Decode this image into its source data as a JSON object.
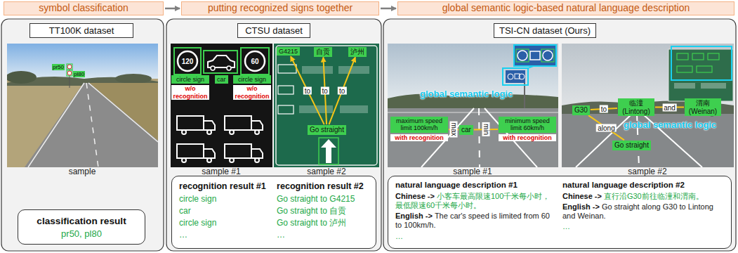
{
  "diagram": {
    "nodes": [
      {
        "text": [
          "symbol classification"
        ]
      },
      {
        "text": [
          "putting recognized signs together"
        ]
      },
      {
        "text": [
          "global semantic logic-based natural language description"
        ]
      },
      {
        "text": [
          "TT100K dataset"
        ]
      },
      {
        "text": [
          "classification result",
          "pr50, pl80"
        ]
      },
      {
        "text": [
          "CTSU dataset"
        ]
      },
      {
        "text": [
          "recognition result #1",
          "circle sign",
          "car",
          "circle sign",
          "…",
          "recognition result #2",
          "Go straight to G4215",
          "Go straight to 自贡",
          "Go straight to 泸州",
          "…"
        ]
      },
      {
        "text": [
          "TSI-CN dataset (Ours)"
        ]
      },
      {
        "text": [
          "natural language description #1",
          "Chinese ->",
          "小客车最高限速100千米每小时，最低限速60千米每小时。",
          "English ->",
          "The car's speed is limited from 60 to 100km/h.",
          "…",
          "natural language description #2",
          "Chinese ->",
          "直行沿G30前往临潼和渭南。",
          "English ->",
          "Go straight along G30 to Lintong and Weinan.",
          "…"
        ]
      },
      {
        "text": [
          "circle sign",
          "w/o recognition"
        ]
      },
      {
        "text": [
          "car"
        ]
      },
      {
        "text": [
          "circle sign",
          "w/o recognition"
        ]
      },
      {
        "text": [
          "G4215"
        ]
      },
      {
        "text": [
          "自贡"
        ]
      },
      {
        "text": [
          "泸州"
        ]
      },
      {
        "text": [
          "Go straight"
        ]
      },
      {
        "text": [
          "maximum speed limit 100km/h",
          "with recognition"
        ]
      },
      {
        "text": [
          "car"
        ]
      },
      {
        "text": [
          "minimum speed limit 60km/h",
          "with recognition"
        ]
      },
      {
        "text": [
          "G30"
        ]
      },
      {
        "text": [
          "临潼 (Lintong)"
        ]
      },
      {
        "text": [
          "渭南 (Weinan)"
        ]
      },
      {
        "text": [
          "Go straight"
        ]
      }
    ],
    "edges": [
      {
        "from": 0,
        "to": 1,
        "arrow": "to"
      },
      {
        "from": 1,
        "to": 2,
        "arrow": "to"
      },
      {
        "from": 15,
        "to": 12,
        "label": "to",
        "arrow": "to"
      },
      {
        "from": 15,
        "to": 13,
        "label": "to",
        "arrow": "to"
      },
      {
        "from": 15,
        "to": 14,
        "label": "to",
        "arrow": "to"
      },
      {
        "from": 17,
        "to": 16,
        "label": "max",
        "arrow": "none"
      },
      {
        "from": 17,
        "to": 18,
        "label": "min",
        "arrow": "none"
      },
      {
        "from": 22,
        "to": 19,
        "label": "along",
        "arrow": "none"
      },
      {
        "from": 19,
        "to": 20,
        "label": "to",
        "arrow": "none"
      },
      {
        "from": 20,
        "to": 21,
        "label": "and",
        "arrow": "none"
      }
    ],
    "labels": [
      "pr50",
      "pl80",
      "sample",
      "120",
      "60",
      "sample #1",
      "sample #2",
      "global semantic logic",
      "global semantic logic",
      "sample #1",
      "sample #2"
    ]
  }
}
